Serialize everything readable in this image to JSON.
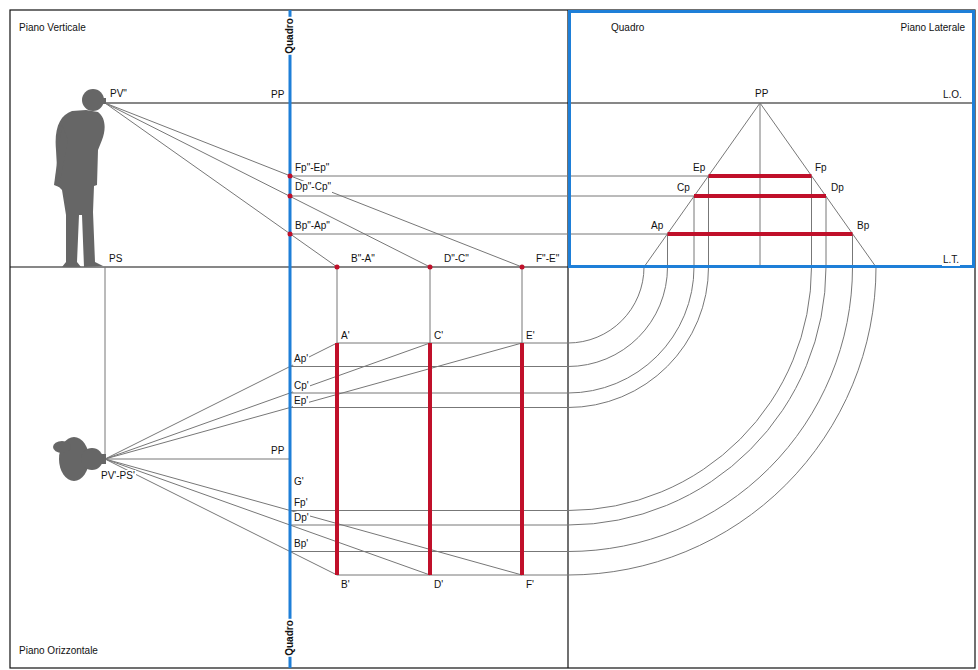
{
  "diagram": {
    "labels": [
      "Piano Verticale",
      "Quadro",
      "Quadro",
      "Piano Laterale",
      "PV\"",
      "PP",
      "PP",
      "L.O.",
      "Fp\"-Ep\"",
      "Ep",
      "Fp",
      "Dp\"-Cp\"",
      "Cp",
      "Dp",
      "Bp\"-Ap\"",
      "Ap",
      "Bp",
      "PS",
      "B\"-A\"",
      "D\"-C\"",
      "F\"-E\"",
      "L.T.",
      "A'",
      "C'",
      "E'",
      "Ap'",
      "Cp'",
      "Ep'",
      "PP",
      "PV'-PS'",
      "G'",
      "Fp'",
      "Dp'",
      "Bp'",
      "B'",
      "D'",
      "F'",
      "Piano Orizzontale",
      "Quadro"
    ]
  }
}
